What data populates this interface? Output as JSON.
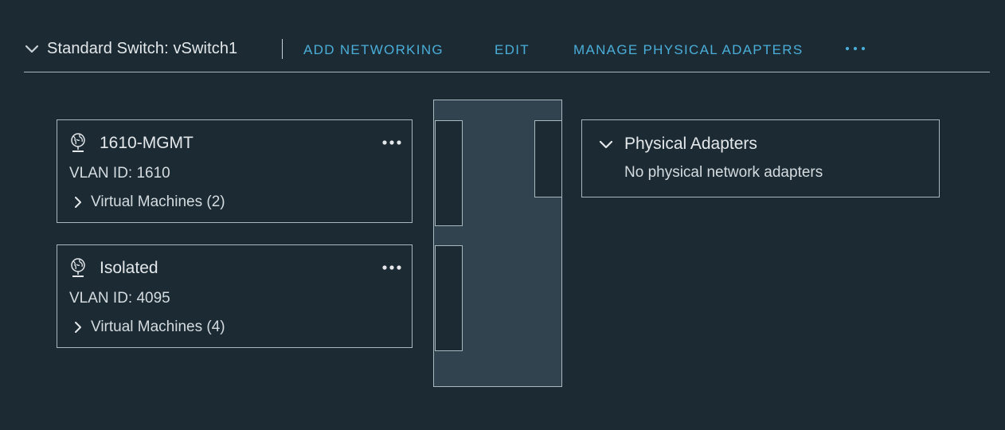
{
  "header": {
    "switch_title": "Standard Switch: vSwitch1",
    "actions": {
      "add_networking": "ADD NETWORKING",
      "edit": "EDIT",
      "manage_physical_adapters": "MANAGE PHYSICAL ADAPTERS"
    },
    "more_icon": "ellipsis-horizontal-icon",
    "collapse_icon": "chevron-down-icon"
  },
  "port_groups": [
    {
      "name": "1610-MGMT",
      "vlan": "VLAN ID: 1610",
      "vms": "Virtual Machines (2)",
      "icon": "network-globe-icon"
    },
    {
      "name": "Isolated",
      "vlan": "VLAN ID: 4095",
      "vms": "Virtual Machines (4)",
      "icon": "network-globe-icon"
    }
  ],
  "physical_adapters": {
    "title": "Physical Adapters",
    "empty_message": "No physical network adapters"
  },
  "colors": {
    "background": "#1b2a33",
    "switch_fill": "#324350",
    "border": "#a9b7bf",
    "accent_link": "#4aaed9",
    "text": "#e4e8eb"
  }
}
